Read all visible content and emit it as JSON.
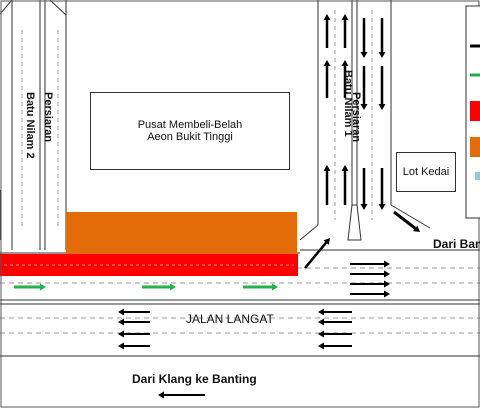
{
  "labels": {
    "mall_line1": "Pusat Membeli-Belah",
    "mall_line2": "Aeon Bukit Tinggi",
    "lot_kedai": "Lot Kedai",
    "persiaran_left": "Persiaran",
    "batu_nilam_2": "Batu Nilam 2",
    "persiaran_right": "Persiaran",
    "batu_nilam_1": "Batu Nilam 1",
    "jalan_langat": "JALAN LANGAT",
    "dari_klang": "Dari Klang ke Banting",
    "dari_ban": "Dari Ban"
  },
  "colors": {
    "red_zone": "#ff0000",
    "orange_zone": "#e36c09",
    "green_arrow": "#22b14c",
    "light_blue": "#8ecae6",
    "line": "#333333",
    "arrow": "#000000"
  }
}
